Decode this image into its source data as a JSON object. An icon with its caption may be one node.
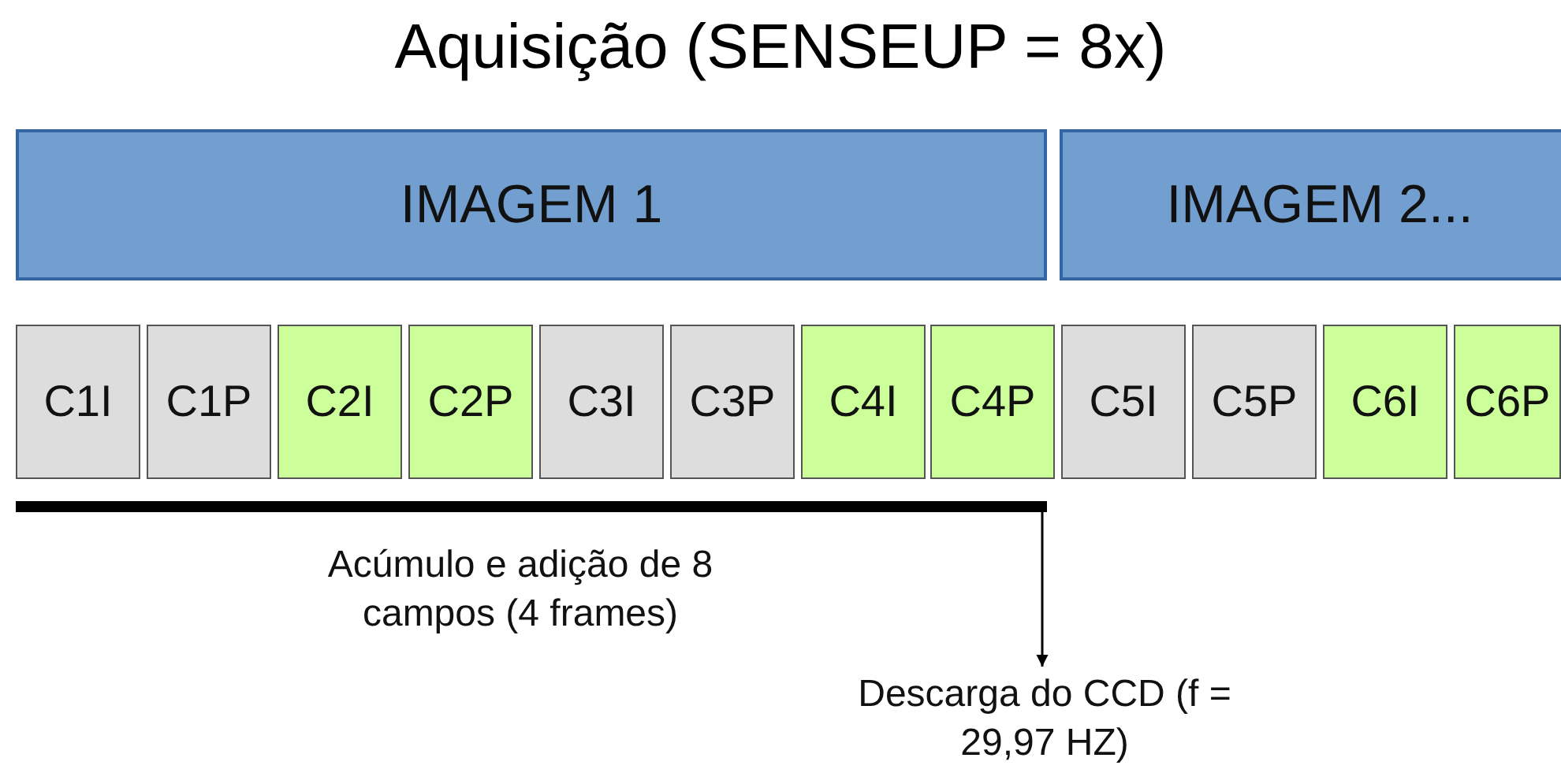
{
  "diagram": {
    "title": "Aquisição (SENSEUP = 8x)",
    "nodes": [
      {
        "text": [
          "IMAGEM 1"
        ]
      },
      {
        "text": [
          "IMAGEM 2..."
        ]
      },
      {
        "text": [
          "C1I"
        ]
      },
      {
        "text": [
          "C1P"
        ]
      },
      {
        "text": [
          "C2I"
        ]
      },
      {
        "text": [
          "C2P"
        ]
      },
      {
        "text": [
          "C3I"
        ]
      },
      {
        "text": [
          "C3P"
        ]
      },
      {
        "text": [
          "C4I"
        ]
      },
      {
        "text": [
          "C4P"
        ]
      },
      {
        "text": [
          "C5I"
        ]
      },
      {
        "text": [
          "C5P"
        ]
      },
      {
        "text": [
          "C6I"
        ]
      },
      {
        "text": [
          "C6P"
        ]
      },
      {
        "text": [],
        "shape": "bar"
      },
      {
        "text": [
          "Descarga do CCD (f = 29,97 HZ)"
        ]
      }
    ],
    "edges": [
      {
        "from": 14,
        "to": 15,
        "arrow": "to"
      }
    ],
    "labels": [
      "Acúmulo e adição de 8 campos (4 frames)"
    ]
  }
}
